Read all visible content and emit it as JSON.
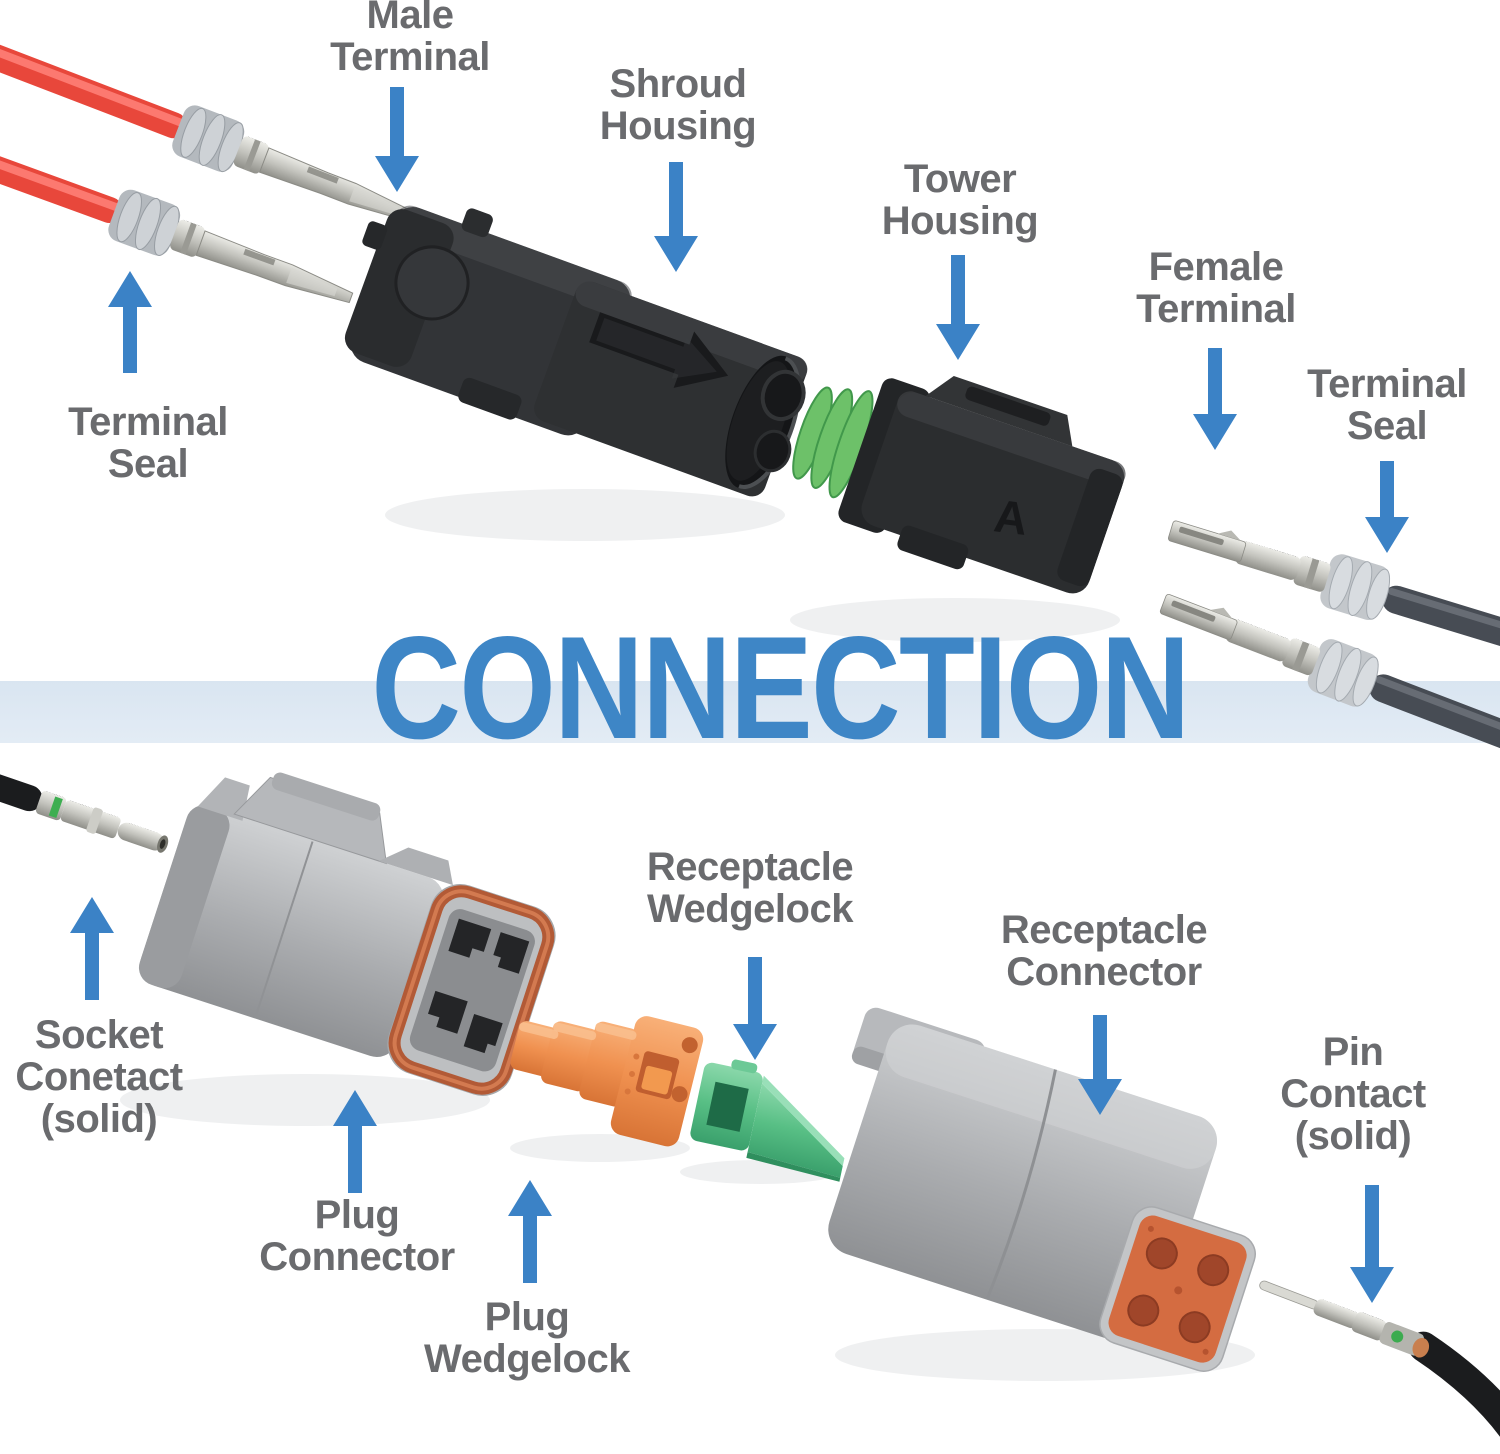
{
  "banner": {
    "title": "CONNECTION"
  },
  "colors": {
    "accent_blue": "#3E86C6",
    "band_blue": "#DDE8F3",
    "arrow_blue": "#3B82C6",
    "label_gray": "#6A6B6E",
    "red_wire": "#E8473B",
    "gray_wire": "#474C54",
    "black_wire": "#1B1C1E",
    "housing_black": "#2E3032",
    "connector_gray": "#A7A9AC",
    "seal_orange": "#B25A36",
    "insert_orange": "#D46C41",
    "wedgelock_orange": "#F09150",
    "wedgelock_green": "#58BF85",
    "tower_seal_green": "#6DC169"
  },
  "labels": {
    "male_terminal": {
      "line1": "Male",
      "line2": "Terminal"
    },
    "shroud_housing": {
      "line1": "Shroud",
      "line2": "Housing"
    },
    "tower_housing": {
      "line1": "Tower",
      "line2": "Housing"
    },
    "female_terminal": {
      "line1": "Female",
      "line2": "Terminal"
    },
    "terminal_seal_right": {
      "line1": "Terminal",
      "line2": "Seal"
    },
    "terminal_seal_left": {
      "line1": "Terminal",
      "line2": "Seal"
    },
    "socket_contact": {
      "line1": "Socket",
      "line2": "Conetact",
      "line3": "(solid)"
    },
    "plug_connector": {
      "line1": "Plug",
      "line2": "Connector"
    },
    "plug_wedgelock": {
      "line1": "Plug",
      "line2": "Wedgelock"
    },
    "receptacle_wedgelock": {
      "line1": "Receptacle",
      "line2": "Wedgelock"
    },
    "receptacle_connector": {
      "line1": "Receptacle",
      "line2": "Connector"
    },
    "pin_contact": {
      "line1": "Pin",
      "line2": "Contact",
      "line3": "(solid)"
    }
  },
  "markings": {
    "tower_housing": "A"
  }
}
